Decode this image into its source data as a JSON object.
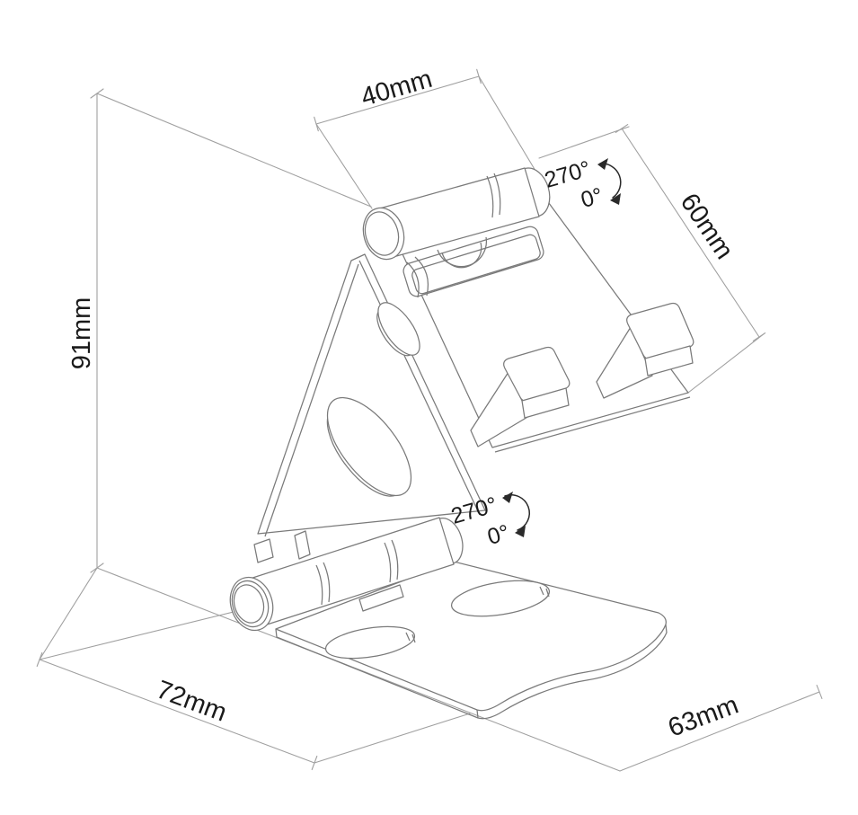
{
  "drawing": {
    "subject": "foldable phone stand isometric dimensional drawing",
    "colors": {
      "background": "#ffffff",
      "object_line": "#7a7a7a",
      "dimension_line": "#a0a0a0",
      "text": "#1a1a1a",
      "arrow": "#2a2a2a"
    },
    "dimensions": {
      "hinge_width": "40mm",
      "upper_plate_length": "60mm",
      "height": "91mm",
      "base_depth": "72mm",
      "base_width": "63mm"
    },
    "rotation_labels": {
      "top_hinge": {
        "max": "270°",
        "min": "0°"
      },
      "bottom_hinge": {
        "max": "270°",
        "min": "0°"
      }
    }
  }
}
